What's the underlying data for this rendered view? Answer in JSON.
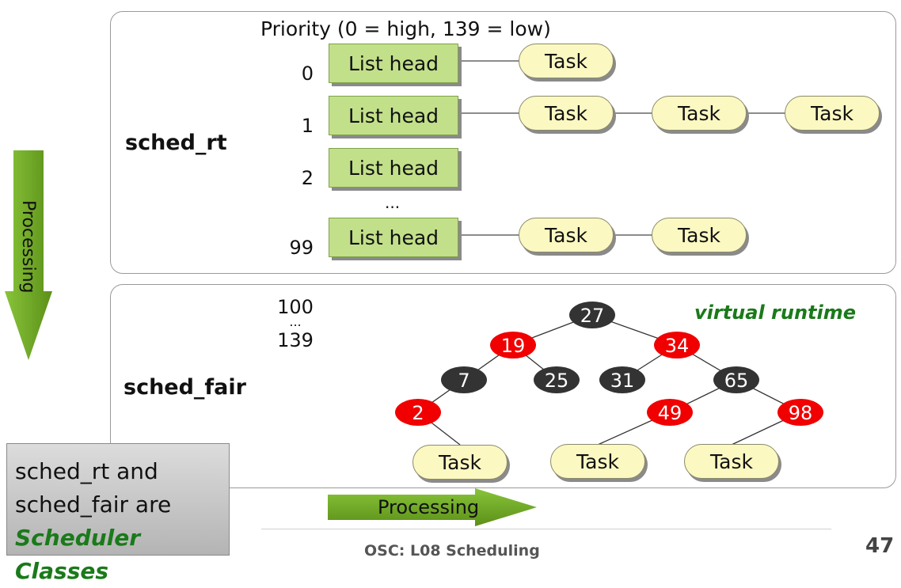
{
  "rt": {
    "class_name": "sched_rt",
    "priority_title": "Priority (0 = high, 139 = low)",
    "rows": [
      {
        "level": "0",
        "head": "List head",
        "tasks": [
          "Task"
        ]
      },
      {
        "level": "1",
        "head": "List head",
        "tasks": [
          "Task",
          "Task",
          "Task"
        ]
      },
      {
        "level": "2",
        "head": "List head",
        "tasks": []
      },
      {
        "level": "99",
        "head": "List head",
        "tasks": [
          "Task",
          "Task"
        ]
      }
    ],
    "ellipsis": "..."
  },
  "fair": {
    "class_name": "sched_fair",
    "range_top": "100",
    "range_dots": "...",
    "range_bottom": "139",
    "tree_label": "virtual runtime",
    "nodes": [
      "27",
      "19",
      "34",
      "7",
      "25",
      "31",
      "65",
      "2",
      "49",
      "98"
    ],
    "tasks": [
      "Task",
      "Task",
      "Task"
    ],
    "colors": {
      "red": "#f00000",
      "black": "#333333",
      "label_green": "#1a7a1a"
    }
  },
  "side_arrow_label": "Processing",
  "bottom_arrow_label": "Processing",
  "note": {
    "line1": "sched_rt and",
    "line2": "sched_fair are",
    "line3": "Scheduler Classes"
  },
  "footer": {
    "title": "OSC: L08 Scheduling",
    "page": "47"
  },
  "colors": {
    "list_head": "#c2e08a",
    "task": "#fcf8c2",
    "arrow_green": "#6aa320"
  }
}
